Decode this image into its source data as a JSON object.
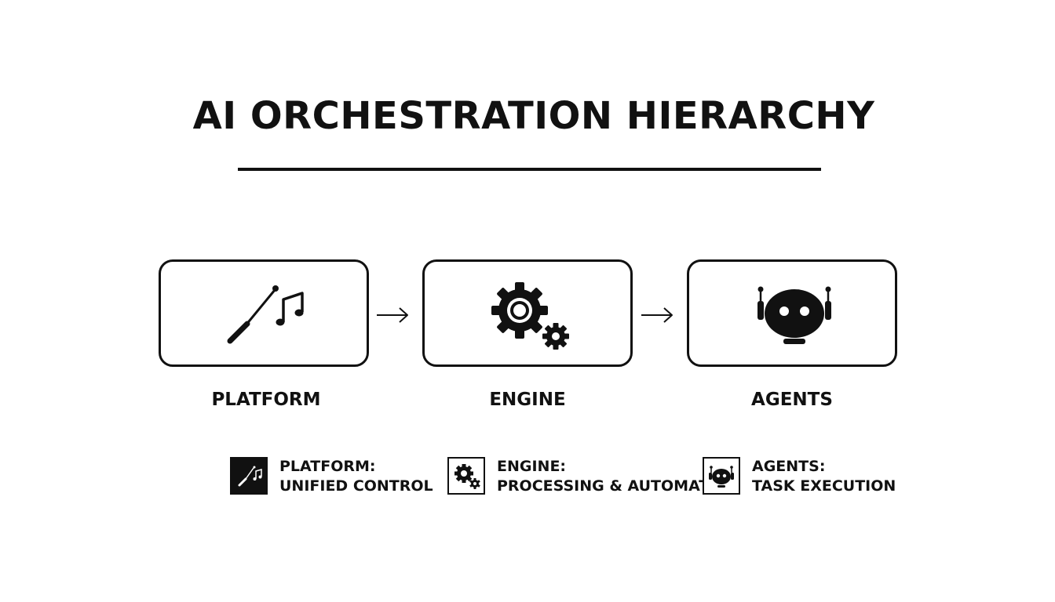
{
  "title": "AI ORCHESTRATION HIERARCHY",
  "nodes": [
    {
      "label": "PLATFORM",
      "icon": "conductor-baton-music-icon"
    },
    {
      "label": "ENGINE",
      "icon": "gears-icon"
    },
    {
      "label": "AGENTS",
      "icon": "robot-head-icon"
    }
  ],
  "legend": [
    {
      "heading": "PLATFORM:",
      "description": "UNIFIED CONTROL",
      "icon": "conductor-baton-music-icon"
    },
    {
      "heading": "ENGINE:",
      "description": "PROCESSING & AUTOMATION",
      "icon": "gears-icon"
    },
    {
      "heading": "AGENTS:",
      "description": "TASK EXECUTION",
      "icon": "robot-head-icon"
    }
  ],
  "colors": {
    "ink": "#111111",
    "background": "#ffffff"
  }
}
